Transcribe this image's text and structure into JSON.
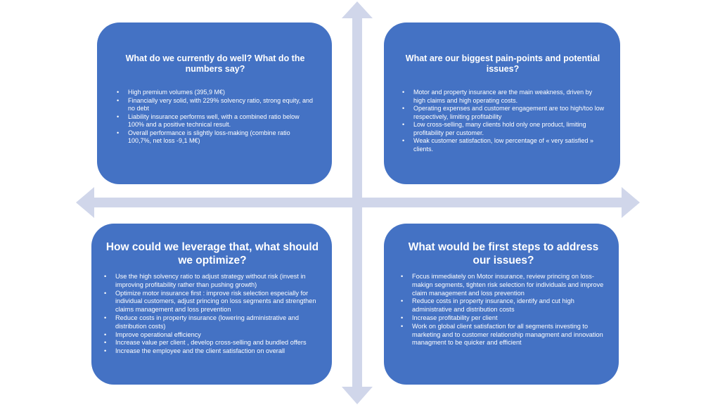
{
  "colors": {
    "box": "#4472C4",
    "arrows": "#D0D6EA",
    "text": "#FFFFFF"
  },
  "quadrants": {
    "top_left": {
      "title": "What do we currently do well? What do the numbers say?",
      "bullets": [
        "High premium volumes (395,9 M€)",
        "Financially very solid, with 229% solvency ratio, strong equity, and no debt",
        "Liability insurance performs well, with a combined ratio below 100% and a positive technical result.",
        "Overall performance is slightly loss-making (combine ratio 100,7%, net loss -9,1 M€)"
      ]
    },
    "top_right": {
      "title": "What are our biggest pain-points and potential issues?",
      "bullets": [
        "Motor and property insurance are the main weakness, driven by high claims and high operating costs.",
        "Operating expenses and customer engagement are too high/too low respectively, limiting profitability",
        "Low cross-selling, many clients hold only one product, limiting profitability per customer.",
        "Weak customer satisfaction, low percentage of « very satisfied » clients."
      ]
    },
    "bottom_left": {
      "title": "How could we leverage that, what should we optimize?",
      "bullets": [
        "Use the high solvency ratio to adjust strategy without risk (invest in improving profitability rather than pushing growth)",
        "Optimize motor insurance first : improve risk selection especially for individual customers, adjust princing on loss segments and strengthen claims management and loss prevention",
        "Reduce costs in property insurance (lowering administrative and distribution costs)",
        "Improve operational efficiency",
        "Increase value per client , develop cross-selling and bundled offers",
        "Increase the employee and the client satisfaction on overall"
      ]
    },
    "bottom_right": {
      "title": "What would be first steps to address our issues?",
      "bullets": [
        "Focus immediately on Motor insurance, review princing on loss-makign segments, tighten risk selection for individuals and improve claim management and loss prevention",
        "Reduce costs in property insurance, identify and cut high administrative and distribution costs",
        "Increase profitability per client",
        "Work on global client satisfaction for all segments investing to marketing and to customer relationship managment and innovation managment to be quicker and efficient"
      ]
    }
  }
}
